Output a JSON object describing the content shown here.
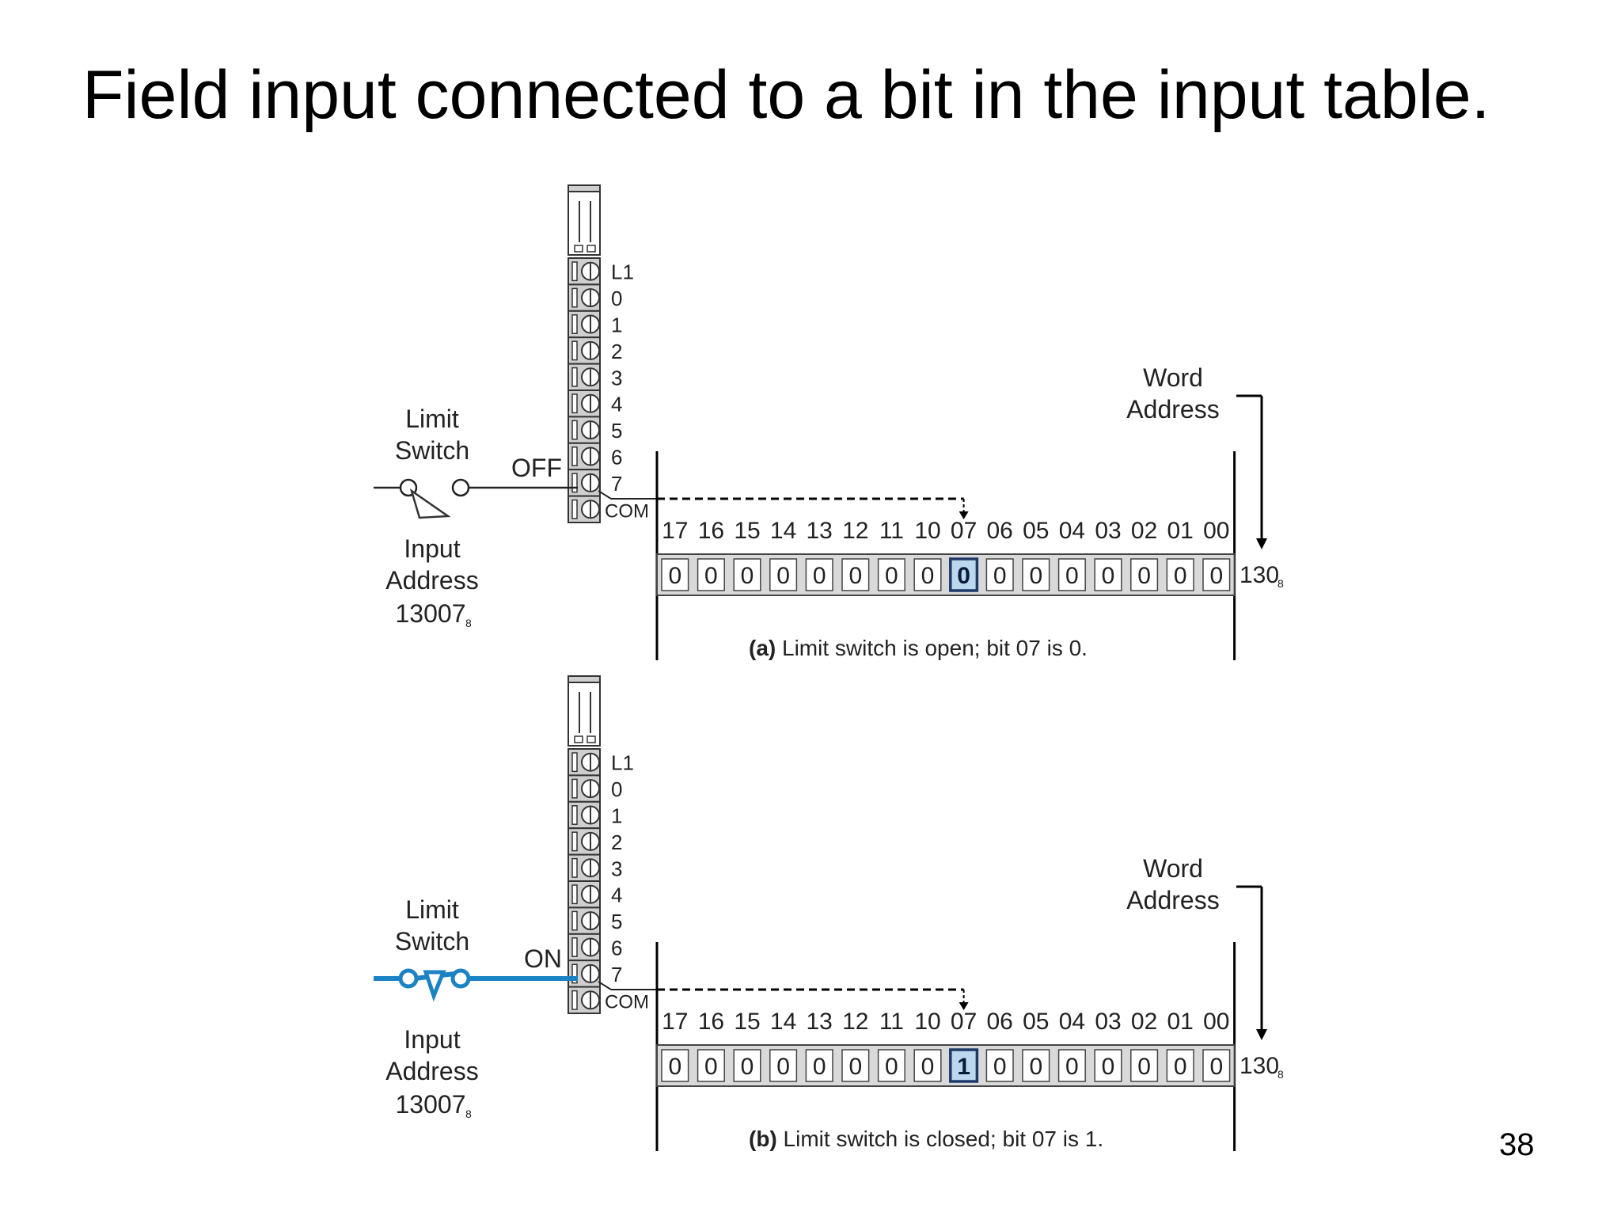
{
  "slide": {
    "title": "Field input connected to a bit in the input table.",
    "page_number": "38"
  },
  "panels": [
    {
      "id": "a",
      "switch_state": "OFF",
      "switch_closed": false,
      "limit_switch_label": [
        "Limit",
        "Switch"
      ],
      "input_address_label": [
        "Input",
        "Address"
      ],
      "input_address_value": "13007",
      "input_address_base": "8",
      "terminal_labels": [
        "L1",
        "0",
        "1",
        "2",
        "3",
        "4",
        "5",
        "6",
        "7",
        "COM"
      ],
      "word_address_label": [
        "Word",
        "Address"
      ],
      "word_address_value": "130",
      "word_address_base": "8",
      "bit_numbers": [
        "17",
        "16",
        "15",
        "14",
        "13",
        "12",
        "11",
        "10",
        "07",
        "06",
        "05",
        "04",
        "03",
        "02",
        "01",
        "00"
      ],
      "bit_values": [
        "0",
        "0",
        "0",
        "0",
        "0",
        "0",
        "0",
        "0",
        "0",
        "0",
        "0",
        "0",
        "0",
        "0",
        "0",
        "0"
      ],
      "highlighted_bit": "07",
      "caption_prefix": "(a)",
      "caption_text": " Limit switch is open; bit 07 is 0."
    },
    {
      "id": "b",
      "switch_state": "ON",
      "switch_closed": true,
      "limit_switch_label": [
        "Limit",
        "Switch"
      ],
      "input_address_label": [
        "Input",
        "Address"
      ],
      "input_address_value": "13007",
      "input_address_base": "8",
      "terminal_labels": [
        "L1",
        "0",
        "1",
        "2",
        "3",
        "4",
        "5",
        "6",
        "7",
        "COM"
      ],
      "word_address_label": [
        "Word",
        "Address"
      ],
      "word_address_value": "130",
      "word_address_base": "8",
      "bit_numbers": [
        "17",
        "16",
        "15",
        "14",
        "13",
        "12",
        "11",
        "10",
        "07",
        "06",
        "05",
        "04",
        "03",
        "02",
        "01",
        "00"
      ],
      "bit_values": [
        "0",
        "0",
        "0",
        "0",
        "0",
        "0",
        "0",
        "0",
        "1",
        "0",
        "0",
        "0",
        "0",
        "0",
        "0",
        "0"
      ],
      "highlighted_bit": "07",
      "caption_prefix": "(b)",
      "caption_text": " Limit switch is closed; bit 07 is 1."
    }
  ],
  "colors": {
    "active_wire": "#1b82c4",
    "inactive_wire": "#222222",
    "cell_fill": "#d9d9d9",
    "highlight_fill": "#bcd8ee",
    "highlight_border": "#1f3a68",
    "terminal_fill": "#cfcfcf"
  }
}
